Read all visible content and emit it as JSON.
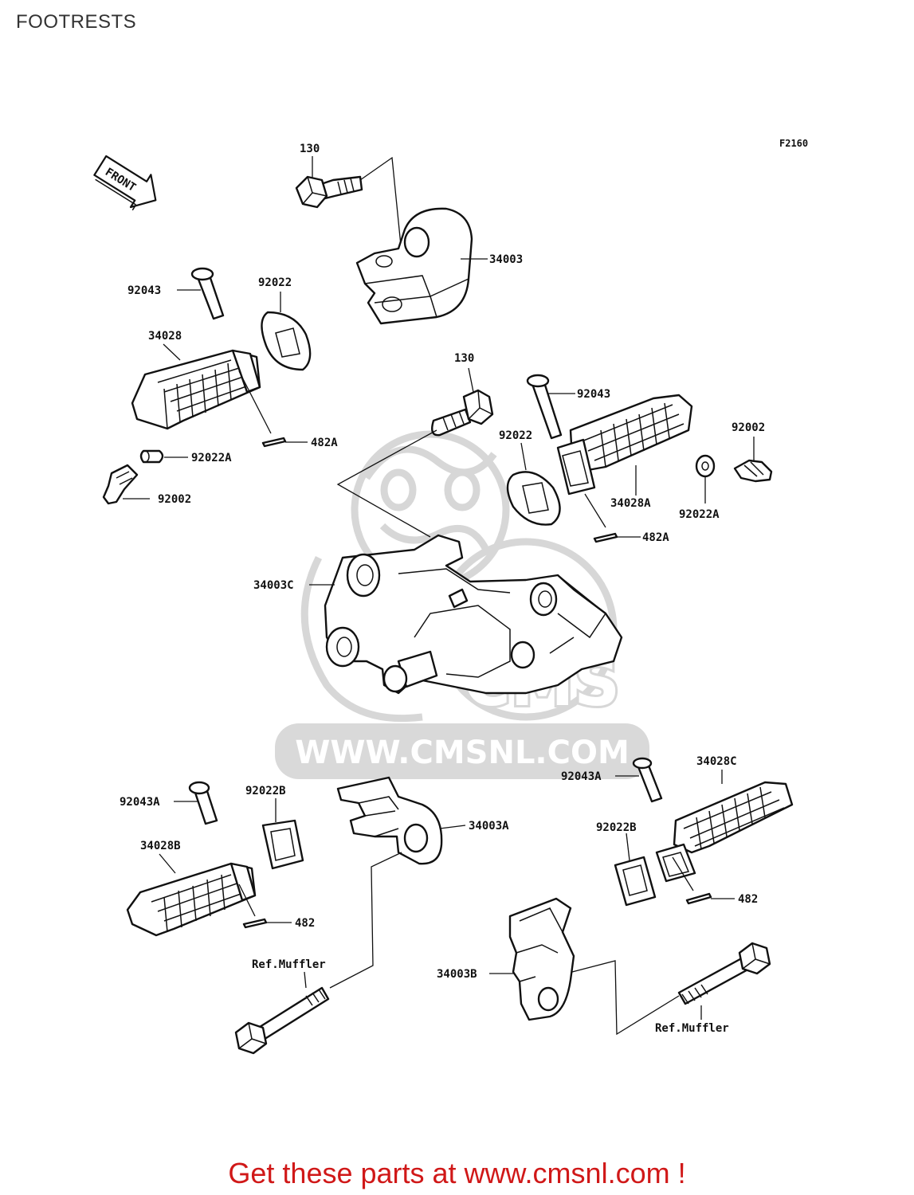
{
  "page": {
    "title": "FOOTRESTS",
    "figure_code": "F2160",
    "front_marker": "FRONT",
    "watermark_url": "WWW.CMSNL.COM",
    "watermark_logo": "CMS",
    "footer_text": "Get these parts at www.cmsnl.com !",
    "footer_color": "#d01818"
  },
  "labels": {
    "l130a": "130",
    "l34003": "34003",
    "l92043": "92043",
    "l92022": "92022",
    "l34028": "34028",
    "l482a_left": "482A",
    "l92022a_left": "92022A",
    "l92002_left": "92002",
    "l130b": "130",
    "l92043_right": "92043",
    "l92022_right": "92022",
    "l92002_right": "92002",
    "l34028a": "34028A",
    "l92022a_right": "92022A",
    "l482a_right": "482A",
    "l34003c": "34003C",
    "l34028c": "34028C",
    "l92043a_right": "92043A",
    "l92043a_left": "92043A",
    "l92022b_left": "92022B",
    "l34003a": "34003A",
    "l34028b": "34028B",
    "l92022b_right": "92022B",
    "l482_right": "482",
    "l482_left": "482",
    "refmuffler_left": "Ref.Muffler",
    "l34003b": "34003B",
    "refmuffler_right": "Ref.Muffler"
  }
}
